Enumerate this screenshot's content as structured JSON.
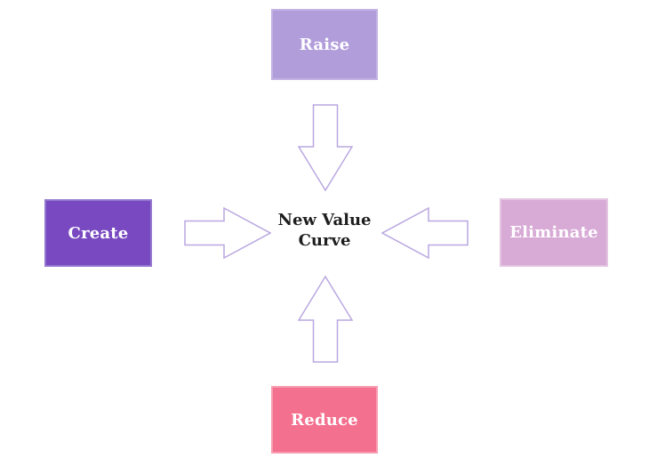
{
  "diagram": {
    "background": "#FFFFFF",
    "center_label": "New Value Curve",
    "center_text_color": "#1E1E1E",
    "boxes": {
      "raise": {
        "label": "Raise",
        "fill": "#B29DDB",
        "border": "#C3B3E4",
        "text_color": "#FFFFFF",
        "position": "top"
      },
      "create": {
        "label": "Create",
        "fill": "#7849C0",
        "border": "#9377CE",
        "text_color": "#FFFFFF",
        "position": "left"
      },
      "eliminate": {
        "label": "Eliminate",
        "fill": "#D8AAD6",
        "border": "#E3C4E1",
        "text_color": "#FFFFFF",
        "position": "right"
      },
      "reduce": {
        "label": "Reduce",
        "fill": "#F4708F",
        "border": "#F79CB1",
        "text_color": "#FFFFFF",
        "position": "bottom"
      }
    },
    "arrows": {
      "stroke": "#B9A7E0",
      "fill": "#FFFFFF",
      "items": [
        {
          "direction": "down"
        },
        {
          "direction": "up"
        },
        {
          "direction": "right"
        },
        {
          "direction": "left"
        }
      ]
    }
  }
}
